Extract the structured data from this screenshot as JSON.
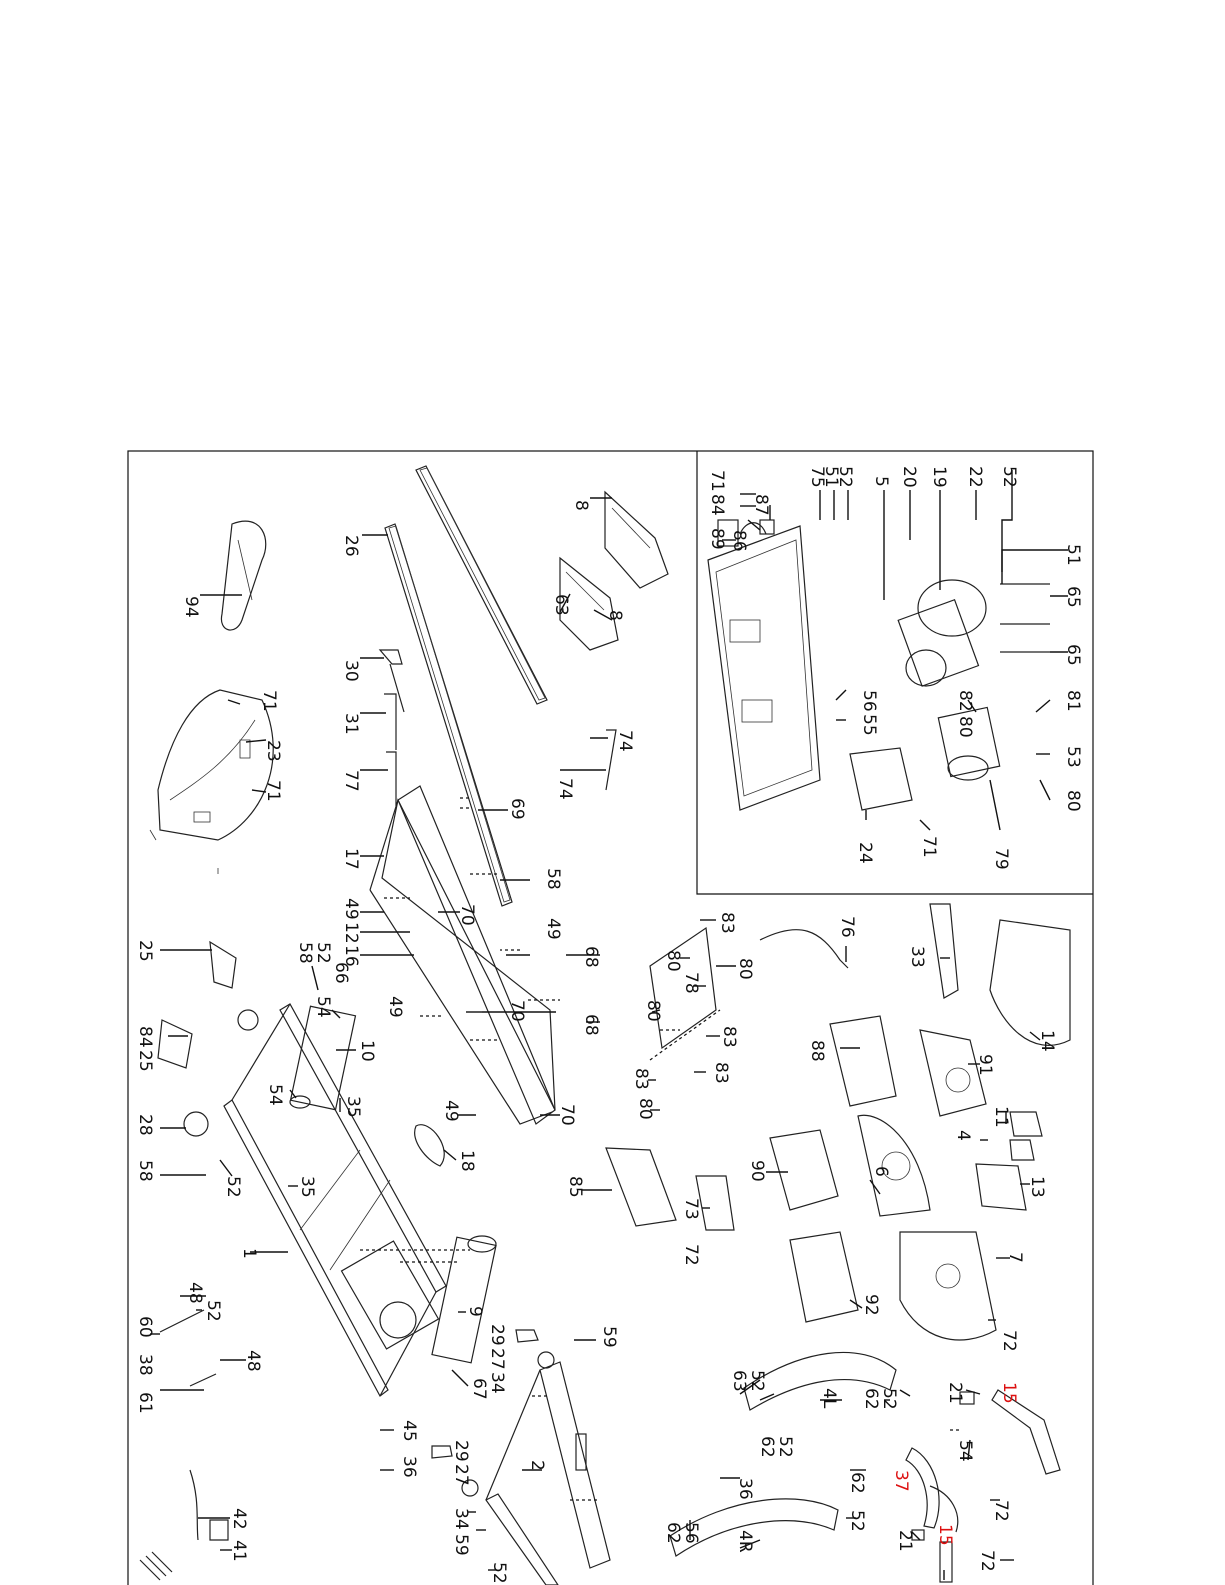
{
  "labels": {
    "l94": "94",
    "l26": "26",
    "l8a": "8",
    "l63": "63",
    "l8b": "8",
    "l30": "30",
    "l31": "31",
    "l77": "77",
    "l71a": "71",
    "l23": "23",
    "l71b": "71",
    "l74a": "74",
    "l74b": "74",
    "l17": "17",
    "l69": "69",
    "l58a": "58",
    "l49a": "49",
    "l12": "12",
    "l16": "16",
    "l70a": "70",
    "l49b": "49",
    "l68a": "68",
    "l25a": "25",
    "l58b": "58",
    "l52a": "52",
    "l66": "66",
    "l54a": "54",
    "l49c": "49",
    "l70b": "70",
    "l68b": "68",
    "l84a": "84",
    "l25b": "25",
    "l10": "10",
    "l54b": "54",
    "l35a": "35",
    "l49d": "49",
    "l70c": "70",
    "l28": "28",
    "l58c": "58",
    "l52b": "52",
    "l18": "18",
    "l35b": "35",
    "l85": "85",
    "l83a": "83",
    "l80a": "80",
    "l80b": "80",
    "l78": "78",
    "l80c": "80",
    "l83b": "83",
    "l83c": "83",
    "l83d": "83",
    "l80d": "80",
    "l76": "76",
    "l33": "33",
    "l14": "14",
    "l88": "88",
    "l91": "91",
    "l11": "11",
    "l4": "4",
    "l13": "13",
    "l90": "90",
    "l6": "6",
    "l73": "73",
    "l72a": "72",
    "l7": "7",
    "l92": "92",
    "l72b": "72",
    "l1": "1",
    "l48a": "48",
    "l52c": "52",
    "l60": "60",
    "l38": "38",
    "l48b": "48",
    "l61": "61",
    "l9": "9",
    "l67": "67",
    "l29a": "29",
    "l27a": "27",
    "l34a": "34",
    "l59a": "59",
    "l45": "45",
    "l36a": "36",
    "l29b": "29",
    "l27b": "27",
    "l2": "2",
    "l34b": "34",
    "l59b": "59",
    "l42": "42",
    "l41": "41",
    "l52d": "52",
    "l63b": "63",
    "l52e": "52",
    "l4L": "4L",
    "l62a": "62",
    "l52f": "52",
    "l62b": "62",
    "l52g": "52",
    "l21a": "21",
    "l15a": "15",
    "l54c": "54",
    "l37": "37",
    "l72c": "72",
    "l36b": "36",
    "l62c": "62",
    "l52h": "52",
    "l62d": "62",
    "l56": "56",
    "l4R": "4R",
    "l21b": "21",
    "l15b": "15",
    "l72d": "72",
    "i71": "71",
    "i84": "84",
    "i89": "89",
    "i86": "86",
    "i87": "87",
    "i75": "75",
    "i51a": "51",
    "i52a": "52",
    "i5": "5",
    "i20": "20",
    "i19": "19",
    "i22": "22",
    "i52b": "52",
    "i51b": "51",
    "i65a": "65",
    "i65b": "65",
    "i82": "82",
    "i80a": "80",
    "i81": "81",
    "i56": "56",
    "i55": "55",
    "i53": "53",
    "i80b": "80",
    "i24": "24",
    "i71b": "71",
    "i79": "79"
  },
  "colors": {
    "ink": "#111111",
    "red_labels": "#d11111",
    "paper": "#ffffff"
  }
}
